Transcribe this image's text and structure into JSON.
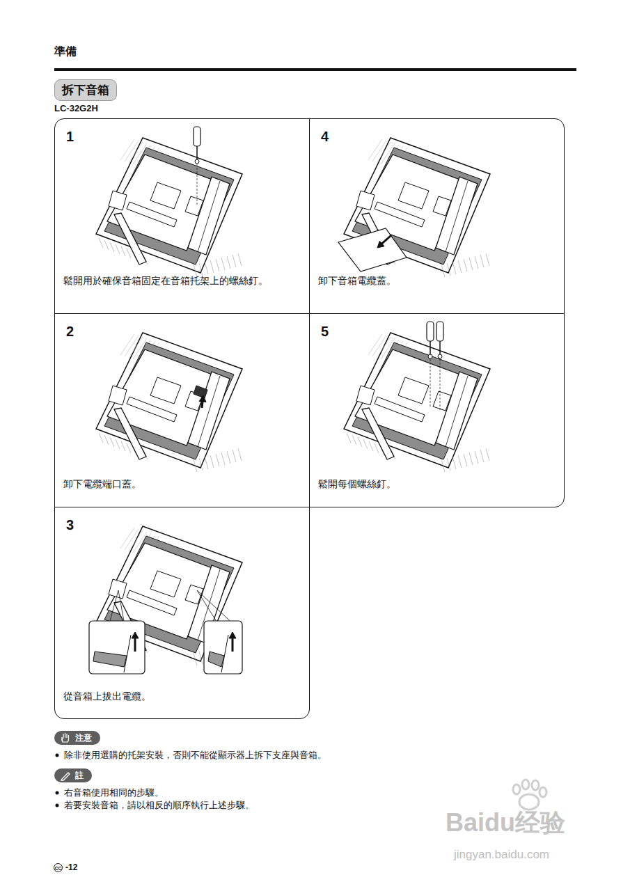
{
  "diagram": {
    "title": "拆下音箱",
    "nodes": [
      {
        "text": [
          "1",
          "鬆開用於確保音箱固定在音箱托架上的螺絲釘。"
        ]
      },
      {
        "text": [
          "2",
          "卸下電纜端口蓋。"
        ]
      },
      {
        "text": [
          "3",
          "從音箱上拔出電纜。"
        ]
      },
      {
        "text": [
          "4",
          "卸下音箱電纜蓋。"
        ]
      },
      {
        "text": [
          "5",
          "鬆開每個螺絲釘。"
        ]
      },
      {
        "text": [
          "注意"
        ]
      },
      {
        "text": [
          "註"
        ]
      }
    ],
    "labels": [
      "準備",
      "LC-32G2H",
      "除非使用選購的托架安裝，否則不能從顯示器上拆下支座與音箱。",
      "右音箱使用相同的步驟。",
      "若要安裝音箱，請以相反的順序執行上述步驟。",
      "CC",
      "-12",
      "Baidu经验",
      "jingyan.baidu.com"
    ]
  }
}
